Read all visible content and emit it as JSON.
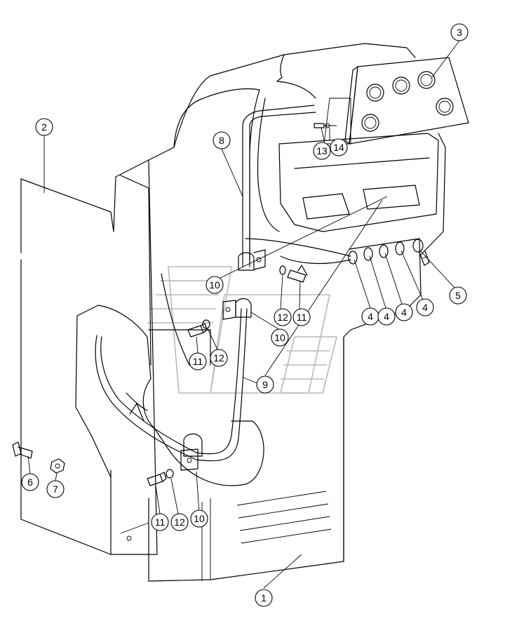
{
  "callouts": [
    {
      "id": "c1",
      "label": "1"
    },
    {
      "id": "c2",
      "label": "2"
    },
    {
      "id": "c3",
      "label": "3"
    },
    {
      "id": "c4a",
      "label": "4"
    },
    {
      "id": "c4b",
      "label": "4"
    },
    {
      "id": "c4c",
      "label": "4"
    },
    {
      "id": "c4d",
      "label": "4"
    },
    {
      "id": "c5",
      "label": "5"
    },
    {
      "id": "c6",
      "label": "6"
    },
    {
      "id": "c7",
      "label": "7"
    },
    {
      "id": "c8",
      "label": "8"
    },
    {
      "id": "c9",
      "label": "9"
    },
    {
      "id": "c10a",
      "label": "10"
    },
    {
      "id": "c10b",
      "label": "10"
    },
    {
      "id": "c10c",
      "label": "10"
    },
    {
      "id": "c11a",
      "label": "11"
    },
    {
      "id": "c11b",
      "label": "11"
    },
    {
      "id": "c11c",
      "label": "11"
    },
    {
      "id": "c12a",
      "label": "12"
    },
    {
      "id": "c12b",
      "label": "12"
    },
    {
      "id": "c12c",
      "label": "12"
    },
    {
      "id": "c13",
      "label": "13"
    },
    {
      "id": "c14",
      "label": "14"
    }
  ]
}
